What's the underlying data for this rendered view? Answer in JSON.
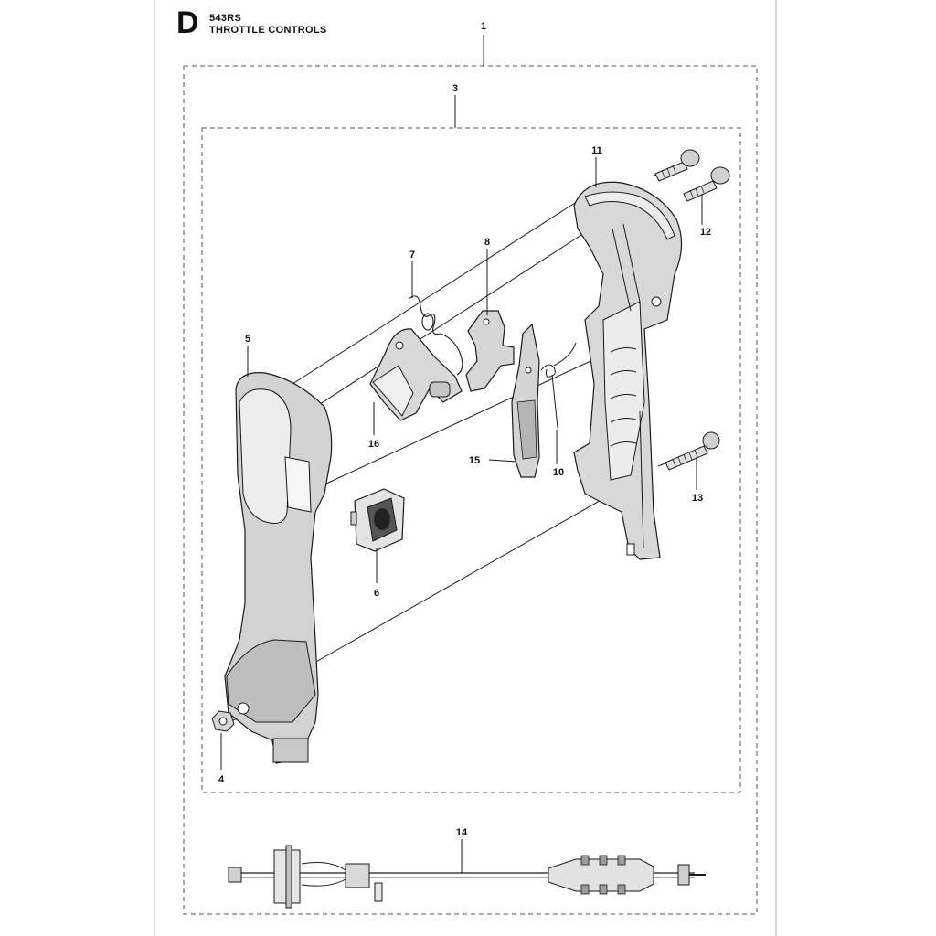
{
  "header": {
    "section_letter": "D",
    "model": "543RS",
    "title": "THROTTLE CONTROLS"
  },
  "callouts": [
    {
      "id": "1",
      "label": "1"
    },
    {
      "id": "3",
      "label": "3"
    },
    {
      "id": "4",
      "label": "4"
    },
    {
      "id": "5",
      "label": "5"
    },
    {
      "id": "6",
      "label": "6"
    },
    {
      "id": "7",
      "label": "7"
    },
    {
      "id": "8",
      "label": "8"
    },
    {
      "id": "10",
      "label": "10"
    },
    {
      "id": "11",
      "label": "11"
    },
    {
      "id": "12",
      "label": "12"
    },
    {
      "id": "13",
      "label": "13"
    },
    {
      "id": "14",
      "label": "14"
    },
    {
      "id": "15",
      "label": "15"
    },
    {
      "id": "16",
      "label": "16"
    }
  ],
  "colors": {
    "line": "#1a1a1a",
    "part_fill": "#d6d6d6",
    "part_fill_light": "#ececec",
    "part_fill_dark": "#a8a8a8",
    "dashed_frame": "#555555"
  }
}
